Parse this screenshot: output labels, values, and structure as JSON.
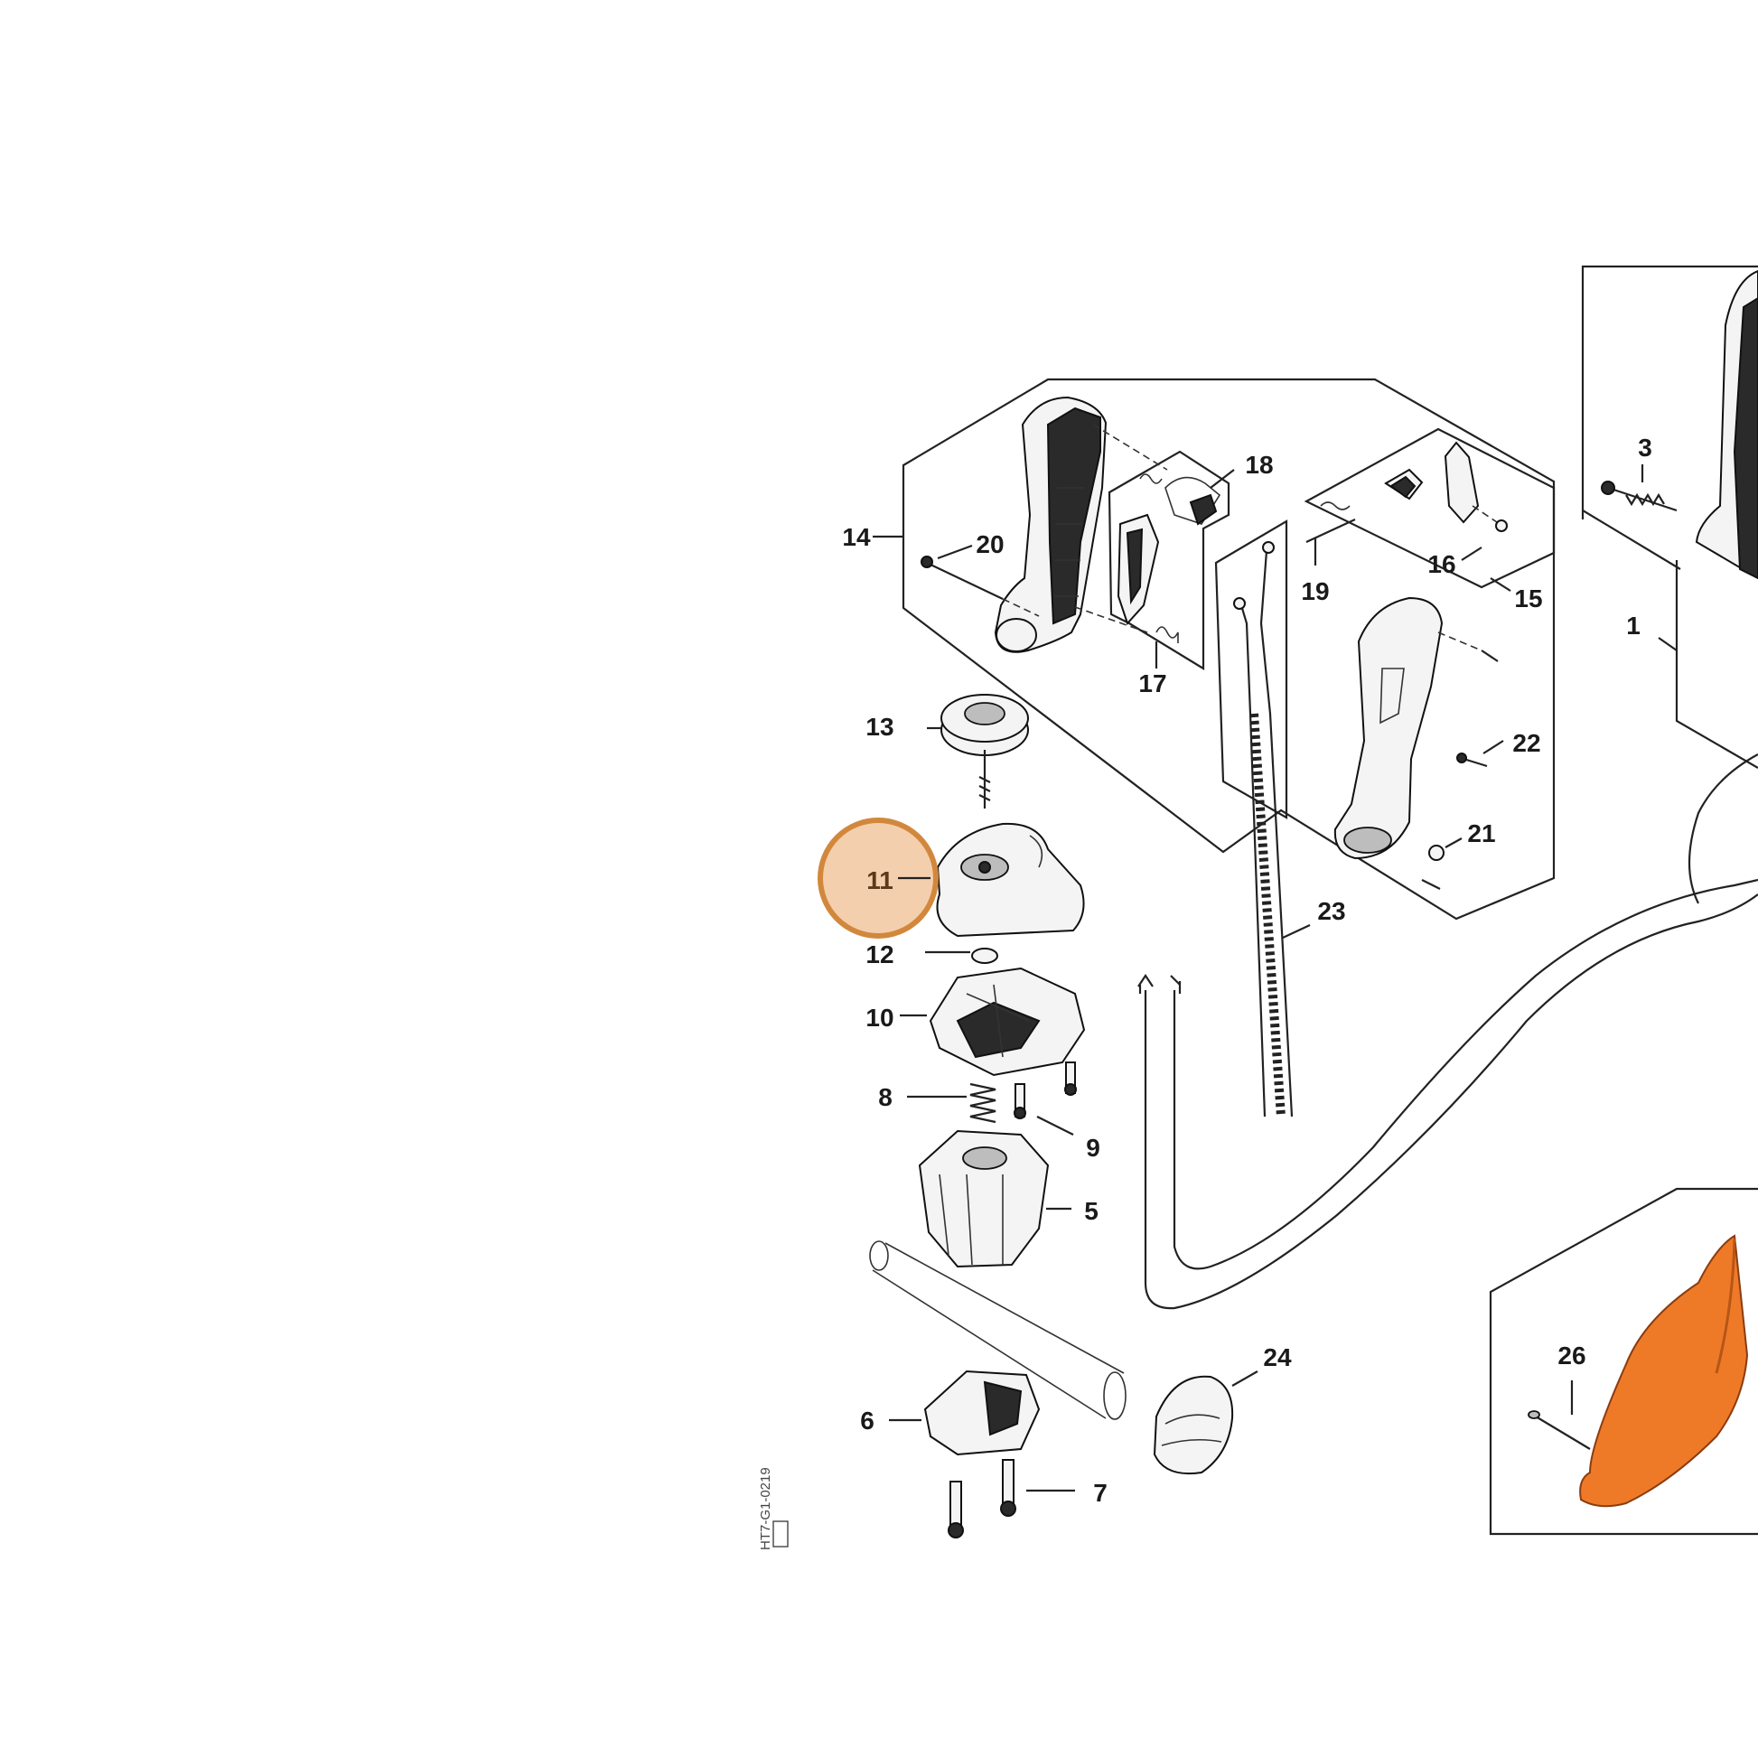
{
  "diagram": {
    "code": "HT7-G1-0219",
    "callouts": [
      "1",
      "3",
      "5",
      "6",
      "7",
      "8",
      "9",
      "10",
      "11",
      "12",
      "13",
      "14",
      "15",
      "16",
      "17",
      "18",
      "19",
      "20",
      "21",
      "22",
      "23",
      "24",
      "26"
    ],
    "highlighted_callout": "11",
    "colors": {
      "highlight_fill": "#f2c7a0",
      "highlight_ring": "#d2883c",
      "part_accent": "#ee7a28",
      "line": "#222222",
      "background": "#ffffff"
    }
  }
}
